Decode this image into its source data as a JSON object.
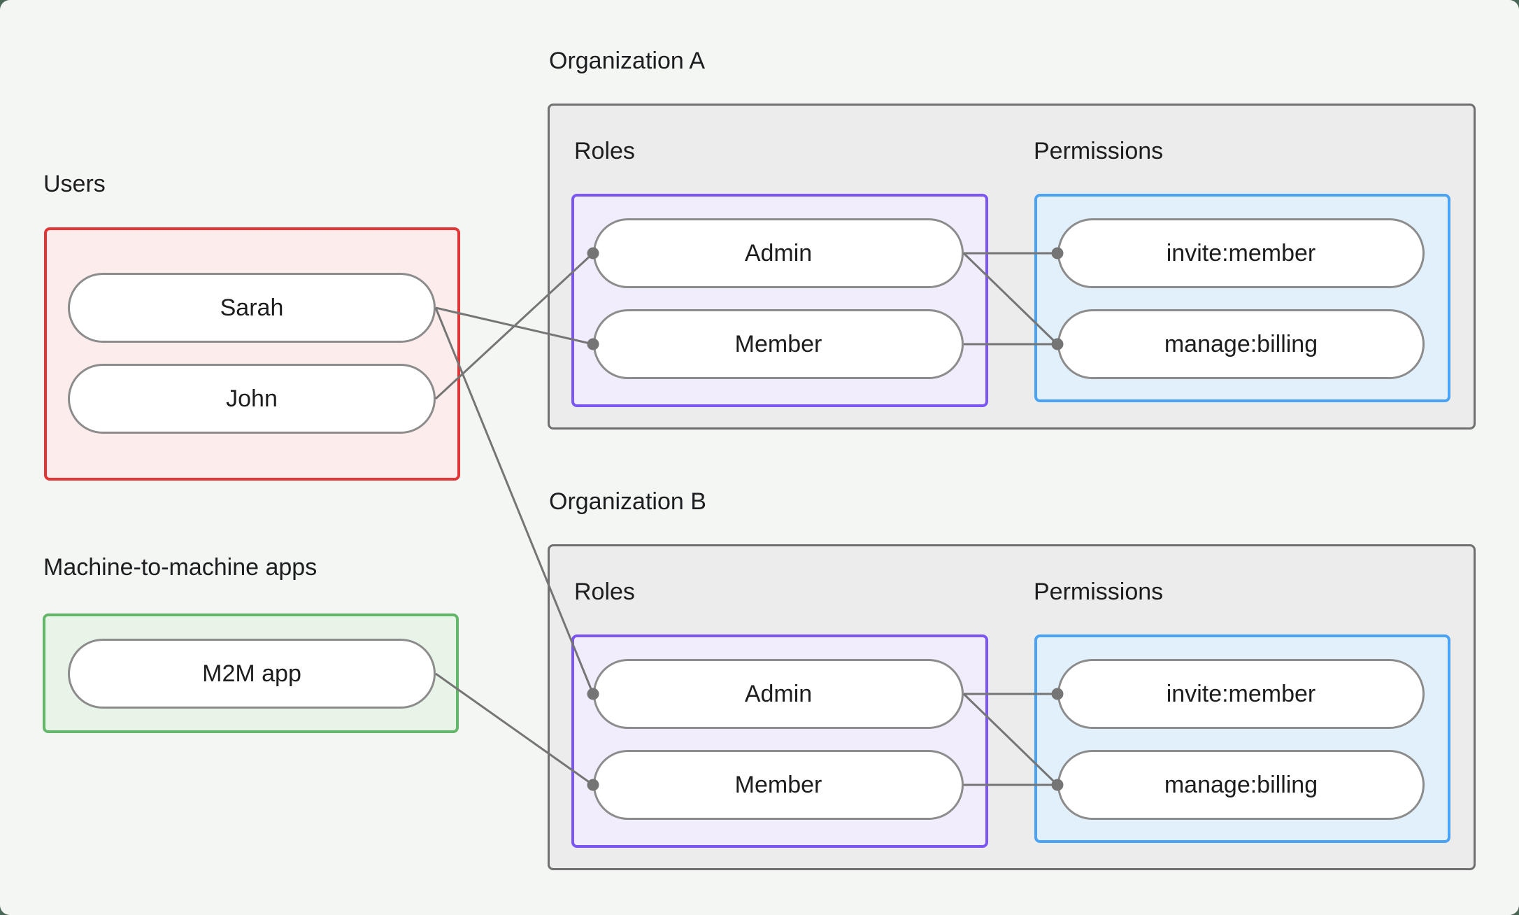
{
  "users_section": {
    "label": "Users",
    "sarah": "Sarah",
    "john": "John"
  },
  "m2m_section": {
    "label": "Machine-to-machine apps",
    "m2m_app": "M2M app"
  },
  "organizations": [
    {
      "title": "Organization A",
      "roles_label": "Roles",
      "permissions_label": "Permissions",
      "admin": "Admin",
      "member": "Member",
      "invite": "invite:member",
      "manage": "manage:billing"
    },
    {
      "title": "Organization B",
      "roles_label": "Roles",
      "permissions_label": "Permissions",
      "admin": "Admin",
      "member": "Member",
      "invite": "invite:member",
      "manage": "manage:billing"
    }
  ],
  "connections": [
    {
      "from": "sarah",
      "to": "orgA-member"
    },
    {
      "from": "john",
      "to": "orgA-admin"
    },
    {
      "from": "sarah",
      "to": "orgB-admin"
    },
    {
      "from": "m2m-app",
      "to": "orgB-member"
    },
    {
      "from": "orgA-admin",
      "to": "orgA-invite"
    },
    {
      "from": "orgA-admin",
      "to": "orgA-manage"
    },
    {
      "from": "orgA-member",
      "to": "orgA-manage"
    },
    {
      "from": "orgB-admin",
      "to": "orgB-invite"
    },
    {
      "from": "orgB-admin",
      "to": "orgB-manage"
    },
    {
      "from": "orgB-member",
      "to": "orgB-manage"
    }
  ],
  "colors": {
    "background": "#f4f6f3",
    "red_border": "#e23636",
    "red_fill": "#fdecec",
    "green_border": "#64b76a",
    "green_fill": "#e9f4e9",
    "purple_border": "#7c55f5",
    "purple_fill": "#f2edfd",
    "blue_border": "#4aa3f4",
    "blue_fill": "#e2f0fc",
    "org_border": "#6f6f6f",
    "org_fill": "#ececec",
    "pill_border": "#8c8c8c",
    "edge": "#757575"
  }
}
